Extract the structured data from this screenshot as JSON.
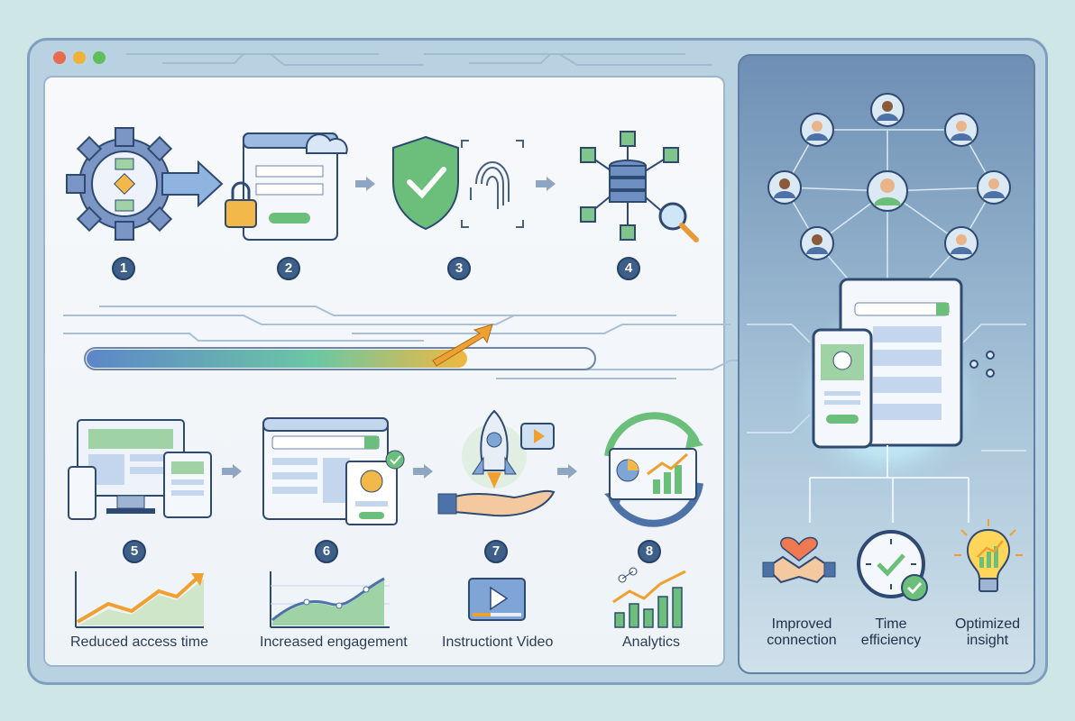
{
  "window": {
    "dot_colors": [
      "#e86a4f",
      "#f0b23a",
      "#5fbf5a"
    ]
  },
  "steps": [
    {
      "number": "1",
      "icon": "gear-workflow-icon"
    },
    {
      "number": "2",
      "icon": "secure-login-icon"
    },
    {
      "number": "3",
      "icon": "shield-fingerprint-icon"
    },
    {
      "number": "4",
      "icon": "database-network-icon"
    },
    {
      "number": "5",
      "icon": "multi-device-icon"
    },
    {
      "number": "6",
      "icon": "search-profile-icon"
    },
    {
      "number": "7",
      "icon": "rocket-hand-icon"
    },
    {
      "number": "8",
      "icon": "analytics-cycle-icon"
    }
  ],
  "outcomes": [
    {
      "label": "Reduced access time",
      "icon": "rising-chart-icon"
    },
    {
      "label": "Increased engagement",
      "icon": "area-chart-icon"
    },
    {
      "label": "Instructiont Video",
      "icon": "video-player-icon"
    },
    {
      "label": "Analytics",
      "icon": "bar-chart-icon"
    }
  ],
  "benefits": [
    {
      "line1": "Improved",
      "line2": "connection",
      "icon": "handshake-heart-icon"
    },
    {
      "line1": "Time",
      "line2": "efficiency",
      "icon": "clock-check-icon"
    },
    {
      "line1": "Optimized",
      "line2": "insight",
      "icon": "lightbulb-chart-icon"
    }
  ],
  "progress": {
    "fill_fraction": 0.75
  },
  "colors": {
    "accent_blue": "#3d5f88",
    "accent_green": "#6cbf7a",
    "accent_orange": "#f0a030"
  }
}
